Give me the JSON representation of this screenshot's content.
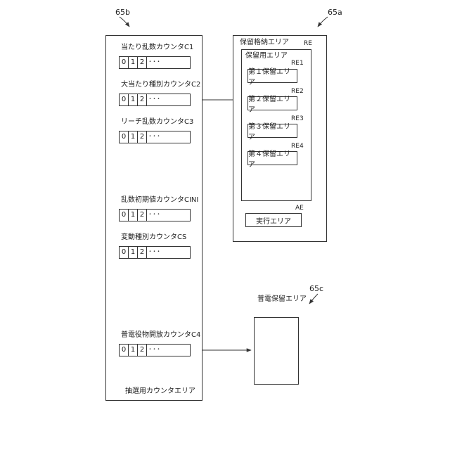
{
  "refs": {
    "counter_area": "65b",
    "hold_storage": "65a",
    "general_hold": "65c",
    "re": "RE",
    "re1": "RE1",
    "re2": "RE2",
    "re3": "RE3",
    "re4": "RE4",
    "ae": "AE"
  },
  "counter_area": {
    "title": "抽選用カウンタエリア",
    "counters": [
      {
        "label": "当たり乱数カウンタC1",
        "cells": [
          "0",
          "1",
          "2"
        ],
        "more": "･･･"
      },
      {
        "label": "大当たり種別カウンタC2",
        "cells": [
          "0",
          "1",
          "2"
        ],
        "more": "･･･"
      },
      {
        "label": "リーチ乱数カウンタC3",
        "cells": [
          "0",
          "1",
          "2"
        ],
        "more": "･･･"
      },
      {
        "label": "乱数初期値カウンタCINI",
        "cells": [
          "0",
          "1",
          "2"
        ],
        "more": "･･･"
      },
      {
        "label": "変動種別カウンタCS",
        "cells": [
          "0",
          "1",
          "2"
        ],
        "more": "･･･"
      },
      {
        "label": "普電役物開放カウンタC4",
        "cells": [
          "0",
          "1",
          "2"
        ],
        "more": "･･･"
      }
    ]
  },
  "hold_storage": {
    "title": "保留格納エリア",
    "hold_area_title": "保留用エリア",
    "holds": [
      "第１保留エリア",
      "第２保留エリア",
      "第３保留エリア",
      "第４保留エリア"
    ],
    "exec_area": "実行エリア"
  },
  "general_hold": {
    "title": "普電保留エリア"
  }
}
